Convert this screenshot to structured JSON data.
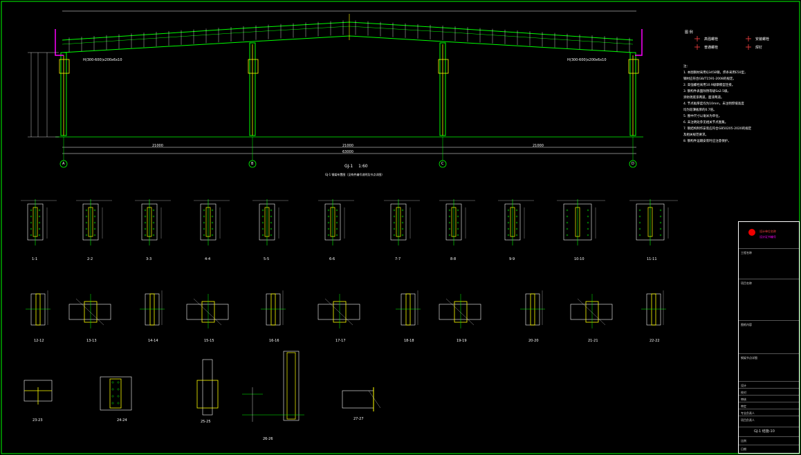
{
  "frame": {
    "title": "GJ-1",
    "scale": "1:60",
    "subtitle": "GJ-1 钢架布置图（见构件编号说明及节点详图）",
    "axes": [
      "A",
      "B",
      "C",
      "D"
    ],
    "spans": [
      "21000",
      "21000",
      "21000"
    ],
    "total_span": "63000",
    "member_label": "H(300-600)x200x6x10"
  },
  "legend": {
    "title": "图 例",
    "items": [
      {
        "symbol": "+",
        "label": "高强螺栓"
      },
      {
        "symbol": "+",
        "label": "安装螺栓"
      },
      {
        "symbol": "+",
        "label": "普通螺栓"
      },
      {
        "symbol": "+",
        "label": "焊钉"
      }
    ]
  },
  "notes": {
    "heading": "注：",
    "lines": [
      "1. 本图钢材采用Q345B钢，焊条采用E50型，",
      "   钢材应符合GB/T1591-2008的规定。",
      "2. 高强螺栓采用10.9级摩擦型连接。",
      "3. 钢构件表面除锈等级Sa2.5级。",
      "   涂防锈底漆两道，面漆两道。",
      "4. 节点板厚度均为10mm，未注明焊缝高度",
      "   均为较薄板厚的0.7倍。",
      "5. 图中尺寸以毫米为单位。",
      "6. 未注明处参见相关节点图集。",
      "7. 钢结构制作安装应符合GB50205-2020的规定",
      "   及相关规范要求。",
      "8. 钢构件运输安装时应注意保护。"
    ]
  },
  "title_block": {
    "company_line1": "设计单位名称",
    "company_line2": "设计证书编号",
    "rows": [
      "工程名称",
      "项目名称",
      "图纸内容",
      "设计",
      "校对",
      "审核",
      "审定",
      "专业负责人",
      "项目负责人"
    ],
    "drawing_title": "钢架节点详图",
    "drawing_no": "GJ-1 结施-10",
    "date_label": "日期",
    "scale_label": "比例"
  },
  "details_row1": [
    "1-1",
    "2-2",
    "3-3",
    "4-4",
    "5-5",
    "6-6",
    "7-7",
    "8-8",
    "9-9",
    "10-10",
    "11-11"
  ],
  "details_row2": [
    "12-12",
    "13-13",
    "14-14",
    "15-15",
    "16-16",
    "17-17",
    "18-18",
    "19-19",
    "20-20",
    "21-21",
    "22-22"
  ],
  "details_row3": [
    "23-23",
    "24-24",
    "25-25",
    "26-26",
    "27-27"
  ],
  "colors": {
    "frame": "#00ff00",
    "member": "#ffff00",
    "dim": "#ffffff",
    "accent": "#ff00ff",
    "border": "#00ff00"
  }
}
